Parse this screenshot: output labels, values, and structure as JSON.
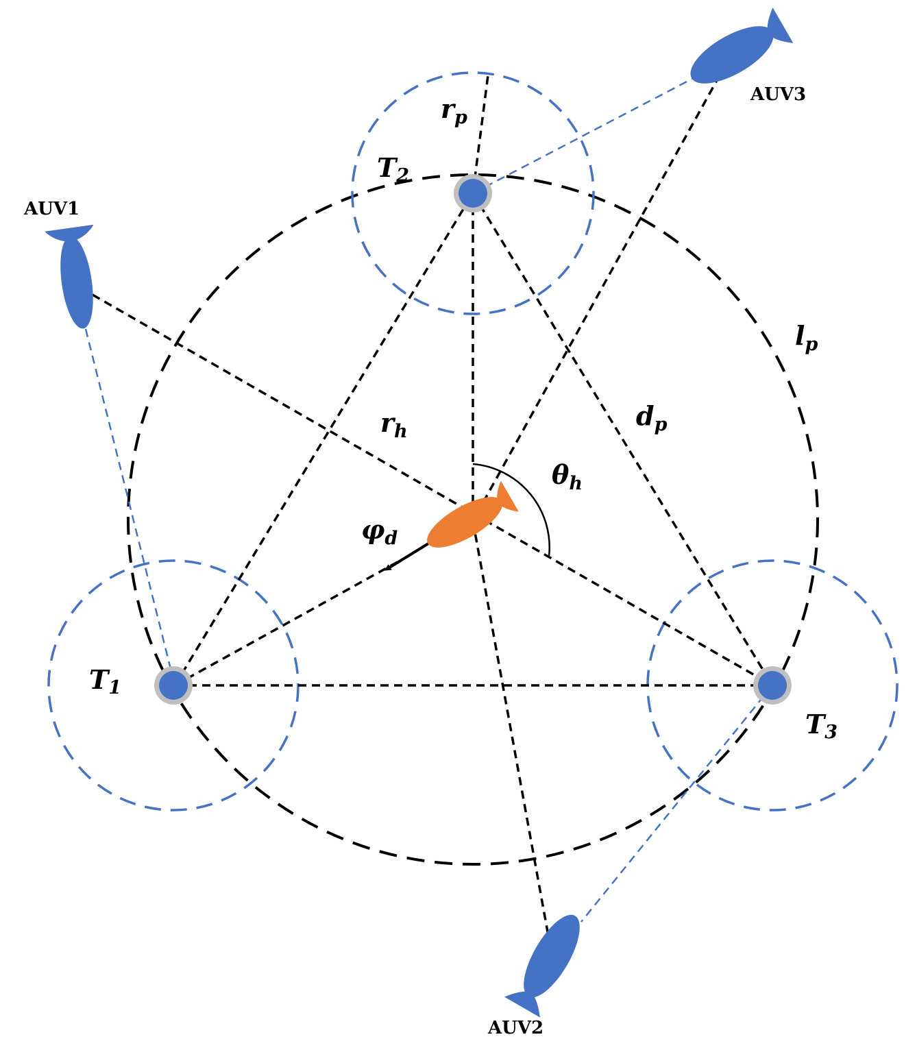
{
  "targets": [
    {
      "base": "T",
      "sub": "1"
    },
    {
      "base": "T",
      "sub": "2"
    },
    {
      "base": "T",
      "sub": "3"
    }
  ],
  "auvs": [
    "AUV1",
    "AUV2",
    "AUV3"
  ],
  "symbols": {
    "r_p": {
      "base": "r",
      "sub": "p"
    },
    "l_p": {
      "base": "l",
      "sub": "p"
    },
    "r_h": {
      "base": "r",
      "sub": "h"
    },
    "d_p": {
      "base": "d",
      "sub": "p"
    },
    "theta_h": {
      "base": "θ",
      "sub": "h"
    },
    "phi_d": {
      "base": "φ",
      "sub": "d"
    }
  },
  "colors": {
    "auv": "#4472C4",
    "evader": "#ED7D31",
    "target_ring": "#BFBFBF",
    "protect_circle": "#4472C4",
    "lines": "#000000"
  }
}
